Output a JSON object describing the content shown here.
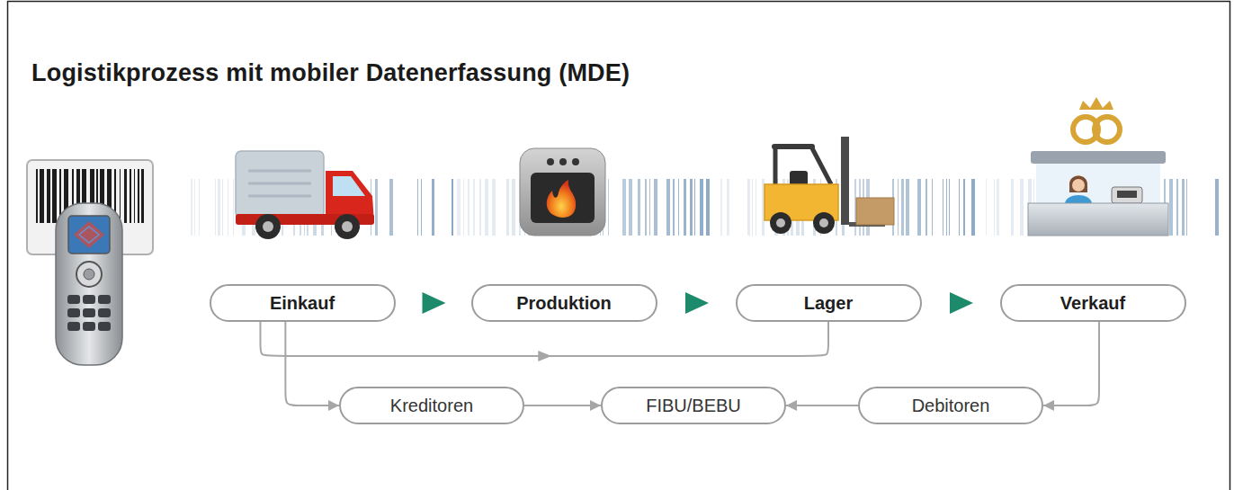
{
  "diagram": {
    "title": "Logistikprozess mit mobiler Datenerfassung (MDE)",
    "nodes": [
      {
        "text": [
          "Einkauf"
        ]
      },
      {
        "text": [
          "Produktion"
        ]
      },
      {
        "text": [
          "Lager"
        ]
      },
      {
        "text": [
          "Verkauf"
        ]
      },
      {
        "text": [
          "Kreditoren"
        ]
      },
      {
        "text": [
          "FIBU/BEBU"
        ]
      },
      {
        "text": [
          "Debitoren"
        ]
      }
    ],
    "edges": [
      {
        "from": 0,
        "to": 1,
        "arrow": "to"
      },
      {
        "from": 1,
        "to": 2,
        "arrow": "to"
      },
      {
        "from": 2,
        "to": 3,
        "arrow": "to"
      },
      {
        "from": 0,
        "to": 2,
        "arrow": "to"
      },
      {
        "from": 0,
        "to": 4,
        "arrow": "to"
      },
      {
        "from": 4,
        "to": 5,
        "arrow": "to"
      },
      {
        "from": 6,
        "to": 5,
        "arrow": "to"
      },
      {
        "from": 3,
        "to": 6,
        "arrow": "to"
      }
    ]
  }
}
